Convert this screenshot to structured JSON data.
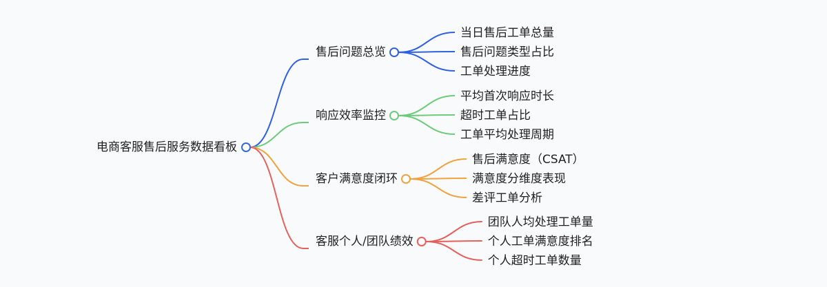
{
  "mindmap": {
    "root": {
      "label": "电商客服售后服务数据看板",
      "color": "#3366e6"
    },
    "branches": [
      {
        "label": "售后问题总览",
        "color": "#2f5fe3",
        "children": [
          "当日售后工单总量",
          "售后问题类型占比",
          "工单处理进度"
        ]
      },
      {
        "label": "响应效率监控",
        "color": "#6ccb7a",
        "children": [
          "平均首次响应时长",
          "超时工单占比",
          "工单平均处理周期"
        ]
      },
      {
        "label": "客户满意度闭环",
        "color": "#f0a23c",
        "children": [
          "售后满意度（CSAT）",
          "满意度分维度表现",
          "差评工单分析"
        ]
      },
      {
        "label": "客服个人/团队绩效",
        "color": "#e5605a",
        "children": [
          "团队人均处理工单量",
          "个人工单满意度排名",
          "个人超时工单数量"
        ]
      }
    ]
  }
}
